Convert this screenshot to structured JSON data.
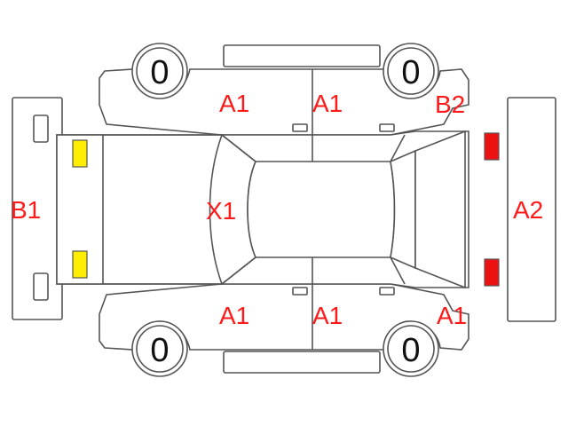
{
  "labels": {
    "front_bumper": "B1",
    "rear_bumper": "A2",
    "rear_top_corner": "B2",
    "roof": "X1",
    "top_front_door": "A1",
    "top_rear_door": "A1",
    "bottom_front_door": "A1",
    "bottom_rear_door": "A1",
    "bottom_rear_corner": "A1"
  },
  "tires": {
    "front_top": "0",
    "rear_top": "0",
    "front_bottom": "0",
    "rear_bottom": "0"
  },
  "colors": {
    "label_red": "#ff1a1a",
    "headlight_yellow": "#ffee00",
    "taillight_red": "#ee1111",
    "outline": "#555555"
  }
}
